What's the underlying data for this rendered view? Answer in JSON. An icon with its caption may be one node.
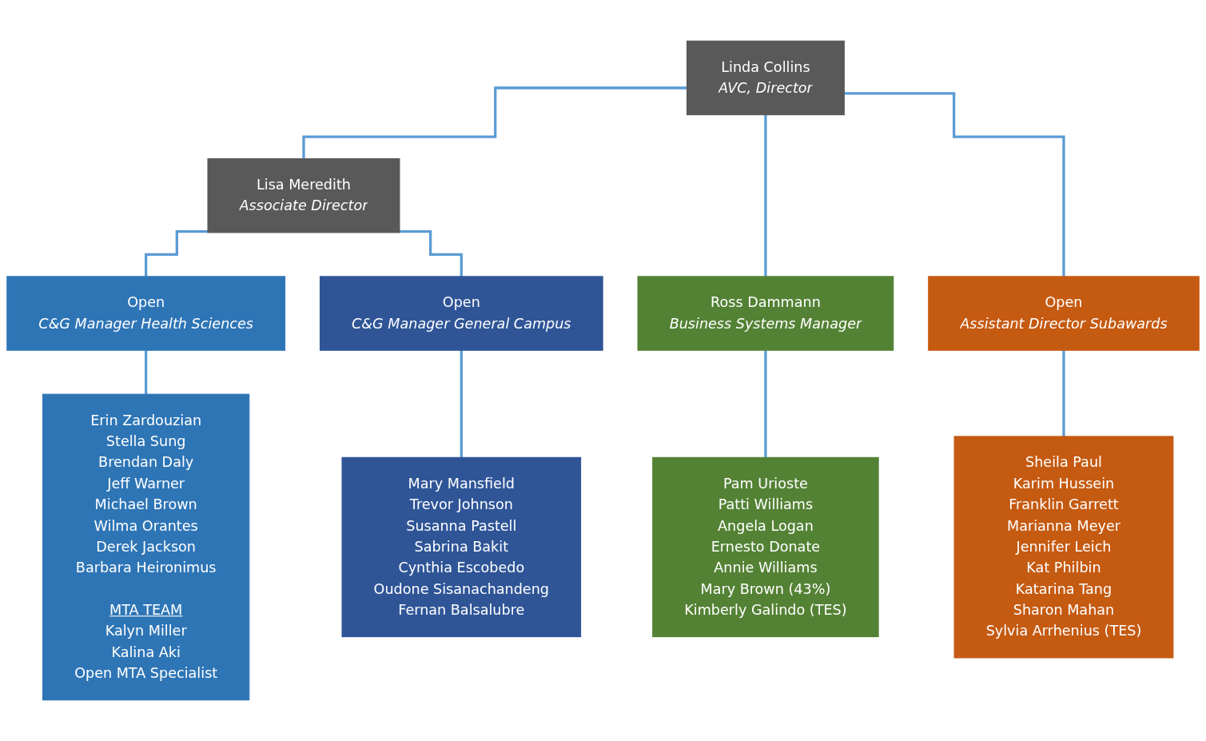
{
  "diagram": {
    "nodes": [
      {
        "text": [
          "Linda Collins",
          "AVC, Director"
        ]
      },
      {
        "text": [
          "Lisa Meredith",
          "Associate Director"
        ]
      },
      {
        "text": [
          "Open",
          "C&G Manager Health Sciences"
        ]
      },
      {
        "text": [
          "Open",
          "C&G Manager General Campus"
        ]
      },
      {
        "text": [
          "Ross Dammann",
          "Business Systems Manager"
        ]
      },
      {
        "text": [
          "Open",
          "Assistant Director Subawards"
        ]
      },
      {
        "text": [
          "Erin Zardouzian",
          "Stella Sung",
          "Brendan Daly",
          "Jeff Warner",
          "Michael Brown",
          "Wilma Orantes",
          "Derek Jackson",
          "Barbara Heironimus",
          "MTA TEAM",
          "Kalyn Miller",
          "Kalina Aki",
          "Open MTA Specialist"
        ]
      },
      {
        "text": [
          "Mary Mansfield",
          "Trevor Johnson",
          "Susanna Pastell",
          "Sabrina Bakit",
          "Cynthia Escobedo",
          "Oudone Sisanachandeng",
          "Fernan Balsalubre"
        ]
      },
      {
        "text": [
          "Pam Urioste",
          "Patti Williams",
          "Angela Logan",
          "Ernesto Donate",
          "Annie Williams",
          "Mary Brown (43%)",
          "Kimberly Galindo (TES)"
        ]
      },
      {
        "text": [
          "Sheila Paul",
          "Karim Hussein",
          "Franklin Garrett",
          "Marianna Meyer",
          "Jennifer Leich",
          "Kat Philbin",
          "Katarina Tang",
          "Sharon Mahan",
          "Sylvia Arrhenius (TES)"
        ]
      }
    ],
    "edges": [
      {
        "from": 0,
        "to": 1,
        "arrow": "none"
      },
      {
        "from": 0,
        "to": 4,
        "arrow": "none"
      },
      {
        "from": 0,
        "to": 5,
        "arrow": "none"
      },
      {
        "from": 1,
        "to": 2,
        "arrow": "none"
      },
      {
        "from": 1,
        "to": 3,
        "arrow": "none"
      },
      {
        "from": 2,
        "to": 6,
        "arrow": "none"
      },
      {
        "from": 3,
        "to": 7,
        "arrow": "none"
      },
      {
        "from": 4,
        "to": 8,
        "arrow": "none"
      },
      {
        "from": 5,
        "to": 9,
        "arrow": "none"
      }
    ]
  }
}
